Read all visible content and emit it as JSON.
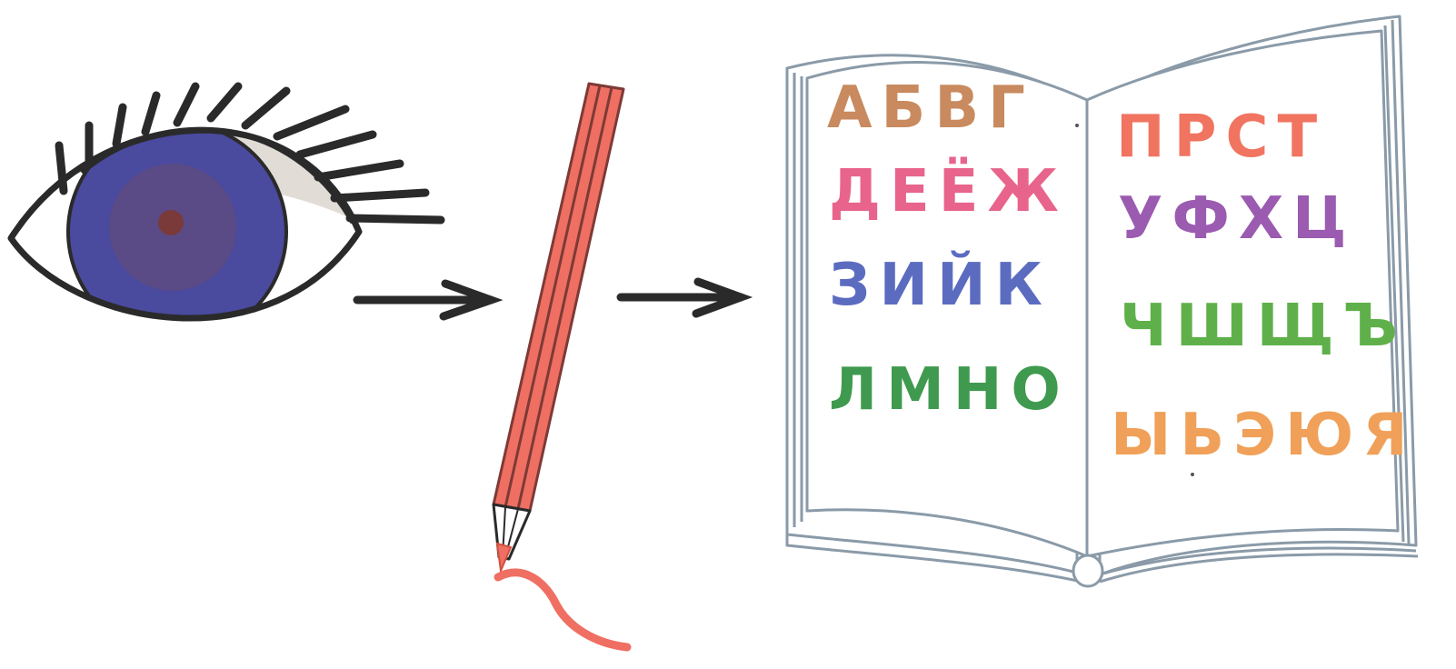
{
  "colors": {
    "ink": "#2a2a2a",
    "iris": "#4a4a9e",
    "iris_inner": "#5e4a80",
    "pupil": "#7a3a3a",
    "lid_shade": "#e2dcd6",
    "pencil": "#ef6f62",
    "pencil_stripe": "#7d3a36",
    "book_line": "#8a9aa8",
    "page": "#ffffff"
  },
  "icons": {
    "eye": "eye-icon",
    "pencil": "pencil-icon",
    "arrow": "arrow-right-icon",
    "book": "open-book-icon"
  },
  "book": {
    "left_page": [
      {
        "text": "АБВГ",
        "color": "#c88a5e"
      },
      {
        "text": "ДЕЁЖ",
        "color": "#e8648c"
      },
      {
        "text": "ЗИЙК",
        "color": "#5b6cc0"
      },
      {
        "text": "ЛМНО",
        "color": "#3f9a4f"
      }
    ],
    "right_page": [
      {
        "text": "ПРСТ",
        "color": "#f07460"
      },
      {
        "text": "УФХЦ",
        "color": "#9a5bb0"
      },
      {
        "text": "ЧШЩЪ",
        "color": "#5fb04a"
      },
      {
        "text": "ЫЬЭЮЯ",
        "color": "#f0a058"
      }
    ]
  }
}
